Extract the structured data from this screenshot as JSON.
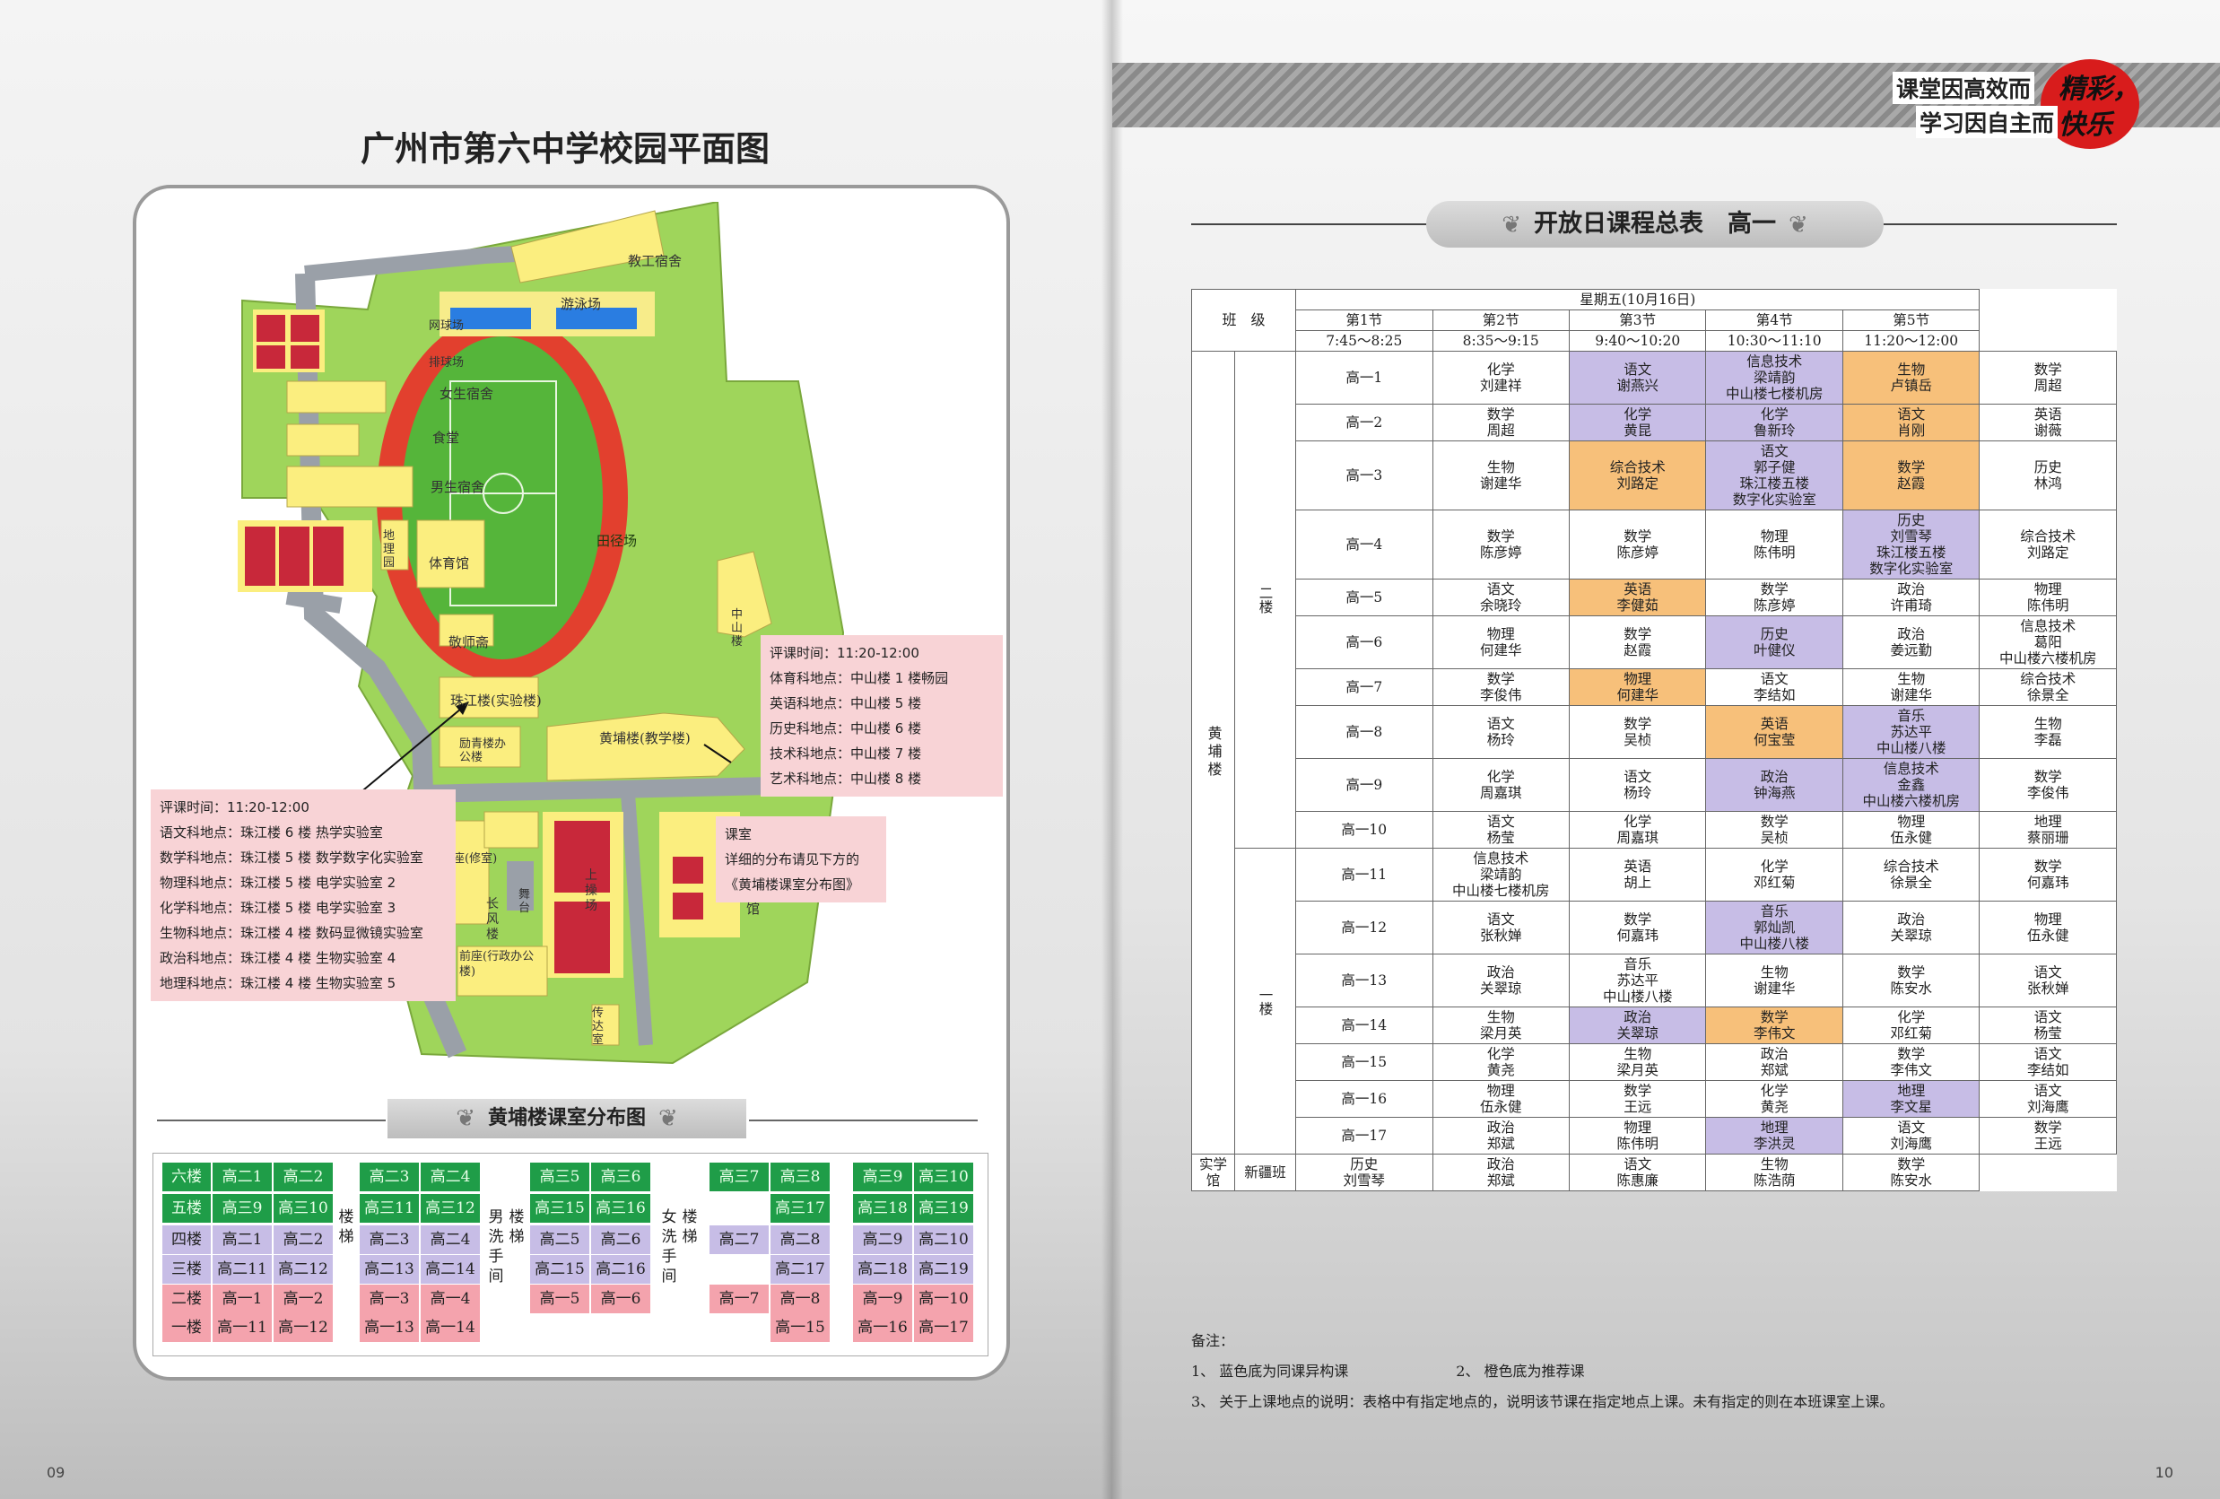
{
  "left_page": {
    "title": "广州市第六中学校园平面图",
    "page_number": "09",
    "map_labels": {
      "staff_dorm": "教工宿舍",
      "swimming": "游泳场",
      "tennis": "网球场",
      "badminton": "排球场",
      "girls_dorm": "女生宿舍",
      "canteen": "食堂",
      "boys_dorm": "男生宿舍",
      "gym": "体育馆",
      "geo_garden": "地理园",
      "field": "田径场",
      "zhongshan": "中山楼",
      "teachers": "敬师斋",
      "zhujiang": "珠江楼(实验楼)",
      "lizhi": "励青楼办公楼",
      "huangpu": "黄埔楼(教学楼)",
      "stage": "舞台",
      "changfeng": "长风楼",
      "playground": "上操场",
      "front": "前座(行政办公楼)",
      "rear": "座(修室)",
      "gate": "传达室",
      "hall": "馆"
    },
    "callout_right": [
      "评课时间：11:20-12:00",
      "体育科地点：中山楼 1 楼畅园",
      "英语科地点：中山楼 5 楼",
      "历史科地点：中山楼 6 楼",
      "技术科地点：中山楼 7 楼",
      "艺术科地点：中山楼 8 楼"
    ],
    "callout_left": [
      "评课时间：11:20-12:00",
      "语文科地点：珠江楼 6 楼 热学实验室",
      "数学科地点：珠江楼 5 楼 数学数字化实验室",
      "物理科地点：珠江楼 5 楼 电学实验室 2",
      "化学科地点：珠江楼 5 楼 电学实验室 3",
      "生物科地点：珠江楼 4 楼 数码显微镜实验室",
      "政治科地点：珠江楼 4 楼 生物实验室 4",
      "地理科地点：珠江楼 4 楼 生物实验室 5"
    ],
    "callout_mid": [
      "课室",
      "详细的分布请见下方的",
      "《黄埔楼课室分布图》"
    ],
    "floor_title": "黄埔楼课室分布图",
    "floor_plan": {
      "levels": [
        "六楼",
        "五楼",
        "四楼",
        "三楼",
        "二楼",
        "一楼"
      ],
      "blocks": [
        [
          [
            "高二1",
            "高二2"
          ],
          [
            "高三9",
            "高三10"
          ],
          [
            "高二1",
            "高二2"
          ],
          [
            "高二11",
            "高二12"
          ],
          [
            "高一1",
            "高一2"
          ],
          [
            "高一11",
            "高一12"
          ]
        ],
        [
          [
            "高二3",
            "高二4"
          ],
          [
            "高三11",
            "高三12"
          ],
          [
            "高二3",
            "高二4"
          ],
          [
            "高二13",
            "高二14"
          ],
          [
            "高一3",
            "高一4"
          ],
          [
            "高一13",
            "高一14"
          ]
        ],
        [
          [
            "高三5",
            "高三6"
          ],
          [
            "高三15",
            "高三16"
          ],
          [
            "高二5",
            "高二6"
          ],
          [
            "高二15",
            "高二16"
          ],
          [
            "高一5",
            "高一6"
          ],
          [
            "",
            ""
          ]
        ],
        [
          [
            "高三7",
            "高三8"
          ],
          [
            "",
            "高三17"
          ],
          [
            "高二7",
            "高二8"
          ],
          [
            "",
            "高二17"
          ],
          [
            "高一7",
            "高一8"
          ],
          [
            "",
            "高一15"
          ]
        ],
        [
          [
            "高三9",
            "高三10"
          ],
          [
            "高三18",
            "高三19"
          ],
          [
            "高二9",
            "高二10"
          ],
          [
            "高二18",
            "高二19"
          ],
          [
            "高一9",
            "高一10"
          ],
          [
            "高一16",
            "高一17"
          ]
        ]
      ],
      "stairs": "楼梯",
      "men_wc": "男洗手间",
      "women_wc": "女洗手间"
    }
  },
  "right_page": {
    "page_number": "10",
    "slogan_line1": "课堂因高效而",
    "slogan_line2": "学习因自主而",
    "slogan_calligraphy": "精彩，快乐",
    "title": "开放日课程总表　高一",
    "header": {
      "class_col": "班　级",
      "day": "星期五(10月16日)",
      "periods": [
        "第1节",
        "第2节",
        "第3节",
        "第4节",
        "第5节"
      ],
      "times": [
        "7:45～8:25",
        "8:35～9:15",
        "9:40～10:20",
        "10:30～11:10",
        "11:20～12:00"
      ]
    },
    "building": "黄埔楼",
    "floor2": "二楼",
    "floor1": "一楼",
    "rows": [
      {
        "c": "高一1",
        "p": [
          [
            "化学",
            "刘建祥"
          ],
          [
            "语文",
            "谢燕兴"
          ],
          [
            "信息技术",
            "梁靖韵",
            "中山楼七楼机房"
          ],
          [
            "生物",
            "卢镇岳"
          ],
          [
            "数学",
            "周超"
          ]
        ],
        "bg": [
          "",
          "pu",
          "pu",
          "or",
          ""
        ]
      },
      {
        "c": "高一2",
        "p": [
          [
            "数学",
            "周超"
          ],
          [
            "化学",
            "黄昆"
          ],
          [
            "化学",
            "鲁新玲"
          ],
          [
            "语文",
            "肖刚"
          ],
          [
            "英语",
            "谢薇"
          ]
        ],
        "bg": [
          "",
          "pu",
          "pu",
          "or",
          ""
        ]
      },
      {
        "c": "高一3",
        "p": [
          [
            "生物",
            "谢建华"
          ],
          [
            "综合技术",
            "刘路定"
          ],
          [
            "语文",
            "郭子健",
            "珠江楼五楼",
            "数字化实验室"
          ],
          [
            "数学",
            "赵霞"
          ],
          [
            "历史",
            "林鸿"
          ]
        ],
        "bg": [
          "",
          "or",
          "pu",
          "or",
          ""
        ]
      },
      {
        "c": "高一4",
        "p": [
          [
            "数学",
            "陈彦婷"
          ],
          [
            "数学",
            "陈彦婷"
          ],
          [
            "物理",
            "陈伟明"
          ],
          [
            "历史",
            "刘雪琴",
            "珠江楼五楼",
            "数字化实验室"
          ],
          [
            "综合技术",
            "刘路定"
          ]
        ],
        "bg": [
          "",
          "",
          "",
          "pu",
          ""
        ]
      },
      {
        "c": "高一5",
        "p": [
          [
            "语文",
            "余晓玲"
          ],
          [
            "英语",
            "李健茹"
          ],
          [
            "数学",
            "陈彦婷"
          ],
          [
            "政治",
            "许甫琦"
          ],
          [
            "物理",
            "陈伟明"
          ]
        ],
        "bg": [
          "",
          "or",
          "",
          "",
          ""
        ]
      },
      {
        "c": "高一6",
        "p": [
          [
            "物理",
            "何建华"
          ],
          [
            "数学",
            "赵霞"
          ],
          [
            "历史",
            "叶健仪"
          ],
          [
            "政治",
            "姜远勤"
          ],
          [
            "信息技术",
            "葛阳",
            "中山楼六楼机房"
          ]
        ],
        "bg": [
          "",
          "",
          "pu",
          "",
          ""
        ]
      },
      {
        "c": "高一7",
        "p": [
          [
            "数学",
            "李俊伟"
          ],
          [
            "物理",
            "何建华"
          ],
          [
            "语文",
            "李结如"
          ],
          [
            "生物",
            "谢建华"
          ],
          [
            "综合技术",
            "徐景全"
          ]
        ],
        "bg": [
          "",
          "or",
          "",
          "",
          ""
        ]
      },
      {
        "c": "高一8",
        "p": [
          [
            "语文",
            "杨玲"
          ],
          [
            "数学",
            "吴桢"
          ],
          [
            "英语",
            "何宝莹"
          ],
          [
            "音乐",
            "苏达平",
            "中山楼八楼"
          ],
          [
            "生物",
            "李磊"
          ]
        ],
        "bg": [
          "",
          "",
          "or",
          "pu",
          ""
        ]
      },
      {
        "c": "高一9",
        "p": [
          [
            "化学",
            "周嘉琪"
          ],
          [
            "语文",
            "杨玲"
          ],
          [
            "政治",
            "钟海燕"
          ],
          [
            "信息技术",
            "金鑫",
            "中山楼六楼机房"
          ],
          [
            "数学",
            "李俊伟"
          ]
        ],
        "bg": [
          "",
          "",
          "pu",
          "pu",
          ""
        ]
      },
      {
        "c": "高一10",
        "p": [
          [
            "语文",
            "杨莹"
          ],
          [
            "化学",
            "周嘉琪"
          ],
          [
            "数学",
            "吴桢"
          ],
          [
            "物理",
            "伍永健"
          ],
          [
            "地理",
            "蔡丽珊"
          ]
        ],
        "bg": [
          "",
          "",
          "",
          "",
          ""
        ]
      },
      {
        "c": "高一11",
        "p": [
          [
            "信息技术",
            "梁靖韵",
            "中山楼七楼机房"
          ],
          [
            "英语",
            "胡上"
          ],
          [
            "化学",
            "邓红菊"
          ],
          [
            "综合技术",
            "徐景全"
          ],
          [
            "数学",
            "何嘉玮"
          ]
        ],
        "bg": [
          "",
          "",
          "",
          "",
          ""
        ]
      },
      {
        "c": "高一12",
        "p": [
          [
            "语文",
            "张秋婵"
          ],
          [
            "数学",
            "何嘉玮"
          ],
          [
            "音乐",
            "郭灿凯",
            "中山楼八楼"
          ],
          [
            "政治",
            "关翠琼"
          ],
          [
            "物理",
            "伍永健"
          ]
        ],
        "bg": [
          "",
          "",
          "pu",
          "",
          ""
        ]
      },
      {
        "c": "高一13",
        "p": [
          [
            "政治",
            "关翠琼"
          ],
          [
            "音乐",
            "苏达平",
            "中山楼八楼"
          ],
          [
            "生物",
            "谢建华"
          ],
          [
            "数学",
            "陈安水"
          ],
          [
            "语文",
            "张秋婵"
          ]
        ],
        "bg": [
          "",
          "",
          "",
          "",
          ""
        ]
      },
      {
        "c": "高一14",
        "p": [
          [
            "生物",
            "梁月英"
          ],
          [
            "政治",
            "关翠琼"
          ],
          [
            "数学",
            "李伟文"
          ],
          [
            "化学",
            "邓红菊"
          ],
          [
            "语文",
            "杨莹"
          ]
        ],
        "bg": [
          "",
          "pu",
          "or",
          "",
          ""
        ]
      },
      {
        "c": "高一15",
        "p": [
          [
            "化学",
            "黄尧"
          ],
          [
            "生物",
            "梁月英"
          ],
          [
            "政治",
            "郑斌"
          ],
          [
            "数学",
            "李伟文"
          ],
          [
            "语文",
            "李结如"
          ]
        ],
        "bg": [
          "",
          "",
          "",
          "",
          ""
        ]
      },
      {
        "c": "高一16",
        "p": [
          [
            "物理",
            "伍永健"
          ],
          [
            "数学",
            "王远"
          ],
          [
            "化学",
            "黄尧"
          ],
          [
            "地理",
            "李文星"
          ],
          [
            "语文",
            "刘海鹰"
          ]
        ],
        "bg": [
          "",
          "",
          "",
          "pu",
          ""
        ]
      },
      {
        "c": "高一17",
        "p": [
          [
            "政治",
            "郑斌"
          ],
          [
            "物理",
            "陈伟明"
          ],
          [
            "地理",
            "李洪灵"
          ],
          [
            "语文",
            "刘海鹰"
          ],
          [
            "数学",
            "王远"
          ]
        ],
        "bg": [
          "",
          "",
          "pu",
          "",
          ""
        ]
      }
    ],
    "lab_row": {
      "b": "实学馆",
      "c": "新疆班",
      "p": [
        [
          "历史",
          "刘雪琴"
        ],
        [
          "政治",
          "郑斌"
        ],
        [
          "语文",
          "陈惠廉"
        ],
        [
          "生物",
          "陈浩荫"
        ],
        [
          "数学",
          "陈安水"
        ]
      ]
    },
    "notes_title": "备注：",
    "note1": "1、 蓝色底为同课异构课",
    "note2": "2、 橙色底为推荐课",
    "note3": "3、 关于上课地点的说明：表格中有指定地点的，说明该节课在指定地点上课。未有指定的则在本班课室上课。",
    "colors": {
      "purple": "#c7bde6",
      "orange": "#f7c07a"
    }
  }
}
